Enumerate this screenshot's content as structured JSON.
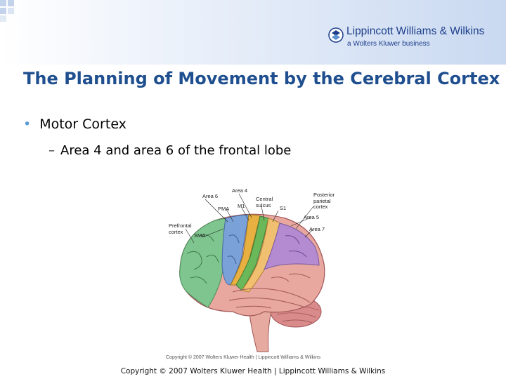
{
  "slide": {
    "title": "The Planning of Movement by the Cerebral Cortex",
    "bullets": [
      {
        "text": "Motor Cortex",
        "sub": [
          "Area 4 and area 6 of the frontal lobe"
        ]
      }
    ]
  },
  "logo": {
    "name": "Lippincott Williams & Wilkins",
    "tagline": "a Wolters Kluwer business"
  },
  "figure": {
    "labels": {
      "area6": "Area 6",
      "area4": "Area 4",
      "pma": "PMA",
      "m1": "M1",
      "central_sulcus": "Central\nsulcus",
      "posterior_parietal": "Posterior\nparietal\ncortex",
      "s1": "S1",
      "area5": "Area 5",
      "area7": "Area 7",
      "sma": "SMA",
      "prefrontal": "Prefrontal\ncortex"
    },
    "copyright": "Copyright © 2007 Wolters Kluwer Health | Lippincott Williams & Wilkins"
  },
  "footer": {
    "copyright": "Copyright © 2007 Wolters Kluwer Health | Lippincott Williams & Wilkins"
  },
  "colors": {
    "title": "#1f4f8f",
    "prefrontal": "#7fc58f",
    "area6": "#7aa2d9",
    "area4": "#e8b040",
    "m1_strip": "#6ab85a",
    "s1": "#f0c070",
    "parietal": "#b48ad0",
    "brain_base": "#e8a8a0"
  }
}
